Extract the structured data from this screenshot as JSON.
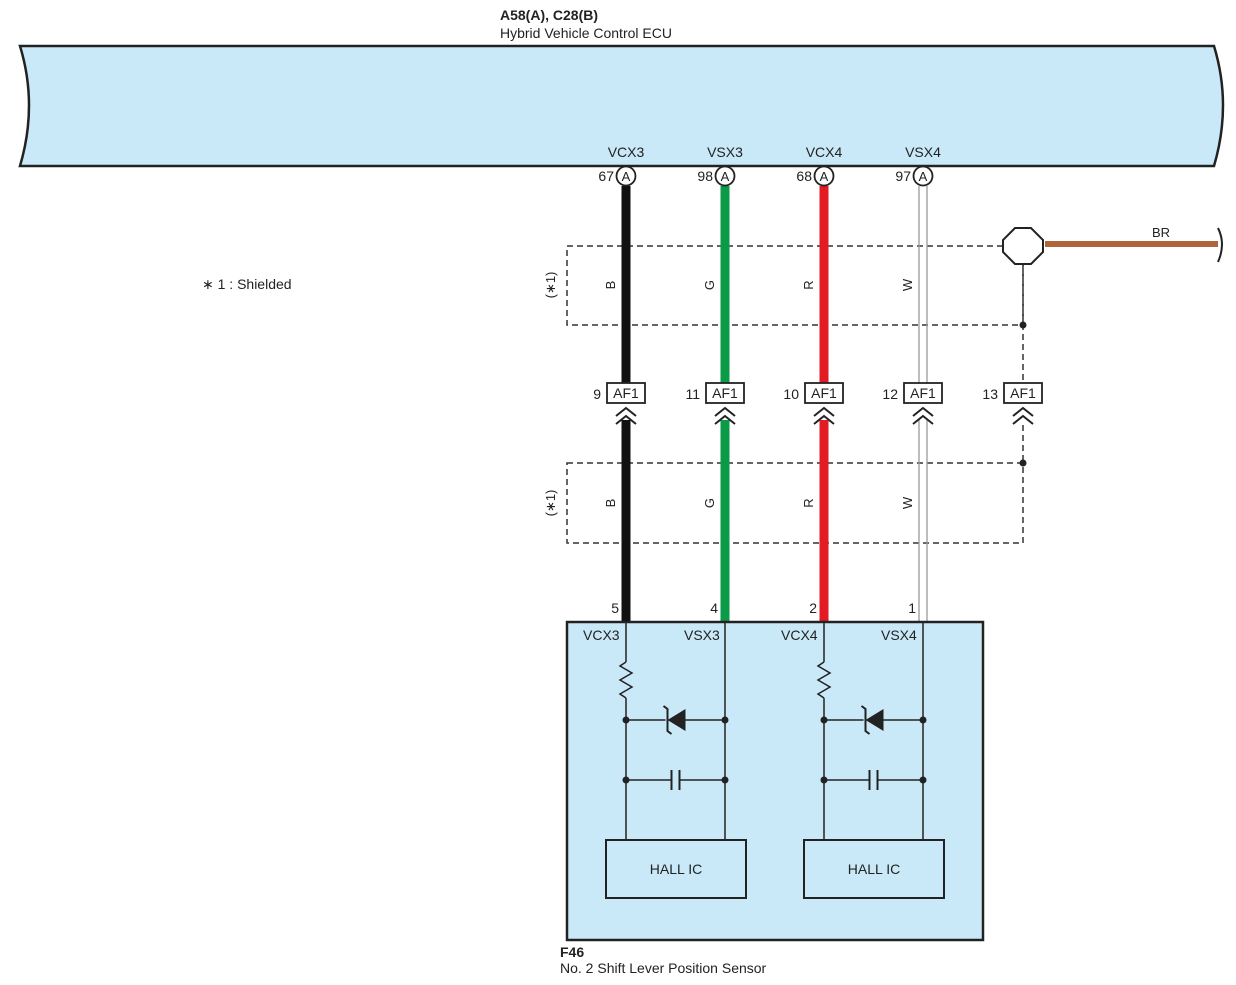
{
  "ecu": {
    "connector": "A58(A), C28(B)",
    "name": "Hybrid Vehicle Control ECU",
    "fill": "#c9e9f8"
  },
  "note": "∗ 1 : Shielded",
  "shield_tag": "(∗1)",
  "ground_wire": {
    "color_code": "BR",
    "hex": "#b0643c"
  },
  "wires": [
    {
      "signal": "VCX3",
      "ecu_pin": "67",
      "ecu_conn": "A",
      "color_code": "B",
      "hex": "#111111",
      "af1_pin": "9",
      "sensor_pin": "5"
    },
    {
      "signal": "VSX3",
      "ecu_pin": "98",
      "ecu_conn": "A",
      "color_code": "G",
      "hex": "#0a9a48",
      "af1_pin": "11",
      "sensor_pin": "4"
    },
    {
      "signal": "VCX4",
      "ecu_pin": "68",
      "ecu_conn": "A",
      "color_code": "R",
      "hex": "#e31b23",
      "af1_pin": "10",
      "sensor_pin": "2"
    },
    {
      "signal": "VSX4",
      "ecu_pin": "97",
      "ecu_conn": "A",
      "color_code": "W",
      "hex": "#ffffff",
      "af1_pin": "12",
      "sensor_pin": "1"
    }
  ],
  "shield_conn": {
    "af1_pin": "13"
  },
  "af1_label": "AF1",
  "sensor": {
    "connector": "F46",
    "name": "No.  2 Shift Lever Position Sensor",
    "terminals": [
      "VCX3",
      "VSX3",
      "VCX4",
      "VSX4"
    ],
    "ic_label": "HALL IC",
    "fill": "#c9e9f8"
  }
}
